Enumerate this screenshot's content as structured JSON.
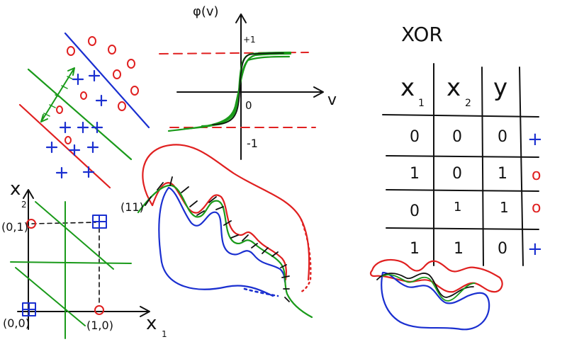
{
  "colors": {
    "red": "#e02020",
    "blue": "#1a2fd0",
    "green": "#1a9a1a",
    "ink": "#111111",
    "background": "#ffffff"
  },
  "sigmoid_panel": {
    "y_label": "φ(v)",
    "x_label": "v",
    "top_tick": "+1",
    "bottom_tick": "-1",
    "origin": "0"
  },
  "xor_panel": {
    "title": "XOR",
    "col_x1": "x",
    "col_x1_sub": "1",
    "col_x2": "x",
    "col_x2_sub": "2",
    "col_y": "y",
    "rows": [
      {
        "x1": "0",
        "x2": "0",
        "y": "0",
        "cls": "+"
      },
      {
        "x1": "1",
        "x2": "0",
        "y": "1",
        "cls": "o"
      },
      {
        "x1": "0",
        "x2": "1",
        "y": "1",
        "cls": "o"
      },
      {
        "x1": "1",
        "x2": "1",
        "y": "0",
        "cls": "+"
      }
    ]
  },
  "xor_plot": {
    "y_axis": "x",
    "y_axis_sub": "2",
    "x_axis": "x",
    "x_axis_sub": "1",
    "pt_01": "(0,1)",
    "pt_00": "(0,0)",
    "pt_10": "(1,0)"
  },
  "boundary_panel": {
    "label": "(11)"
  }
}
